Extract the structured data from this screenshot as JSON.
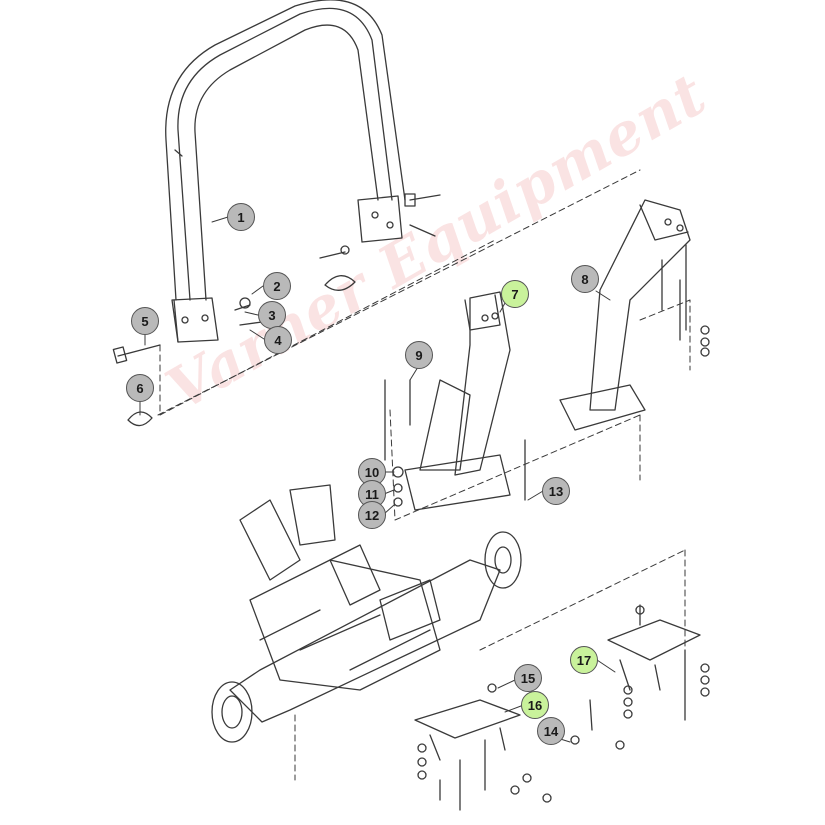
{
  "watermark": "Varner Equipment",
  "colors": {
    "callout_grey": "#b9b9b9",
    "callout_green": "#c9f29b",
    "line": "#3a3a3a"
  },
  "callouts": [
    {
      "id": "1",
      "label": "1",
      "part": "roll-bar-frame",
      "style": "grey"
    },
    {
      "id": "2",
      "label": "2",
      "part": "nut",
      "style": "grey"
    },
    {
      "id": "3",
      "label": "3",
      "part": "washer",
      "style": "grey"
    },
    {
      "id": "4",
      "label": "4",
      "part": "cotter-pin",
      "style": "grey"
    },
    {
      "id": "5",
      "label": "5",
      "part": "bolt",
      "style": "grey"
    },
    {
      "id": "6",
      "label": "6",
      "part": "pin-with-clip",
      "style": "grey"
    },
    {
      "id": "7",
      "label": "7",
      "part": "left-mount-bracket",
      "style": "green"
    },
    {
      "id": "8",
      "label": "8",
      "part": "right-mount-bracket",
      "style": "grey"
    },
    {
      "id": "9",
      "label": "9",
      "part": "long-bolt",
      "style": "grey"
    },
    {
      "id": "10",
      "label": "10",
      "part": "nut",
      "style": "grey"
    },
    {
      "id": "11",
      "label": "11",
      "part": "lock-washer",
      "style": "grey"
    },
    {
      "id": "12",
      "label": "12",
      "part": "washer",
      "style": "grey"
    },
    {
      "id": "13",
      "label": "13",
      "part": "bolt",
      "style": "grey"
    },
    {
      "id": "14",
      "label": "14",
      "part": "bolt",
      "style": "grey"
    },
    {
      "id": "15",
      "label": "15",
      "part": "spacer",
      "style": "grey"
    },
    {
      "id": "16",
      "label": "16",
      "part": "left-base-plate",
      "style": "green"
    },
    {
      "id": "17",
      "label": "17",
      "part": "right-base-plate",
      "style": "green"
    }
  ]
}
